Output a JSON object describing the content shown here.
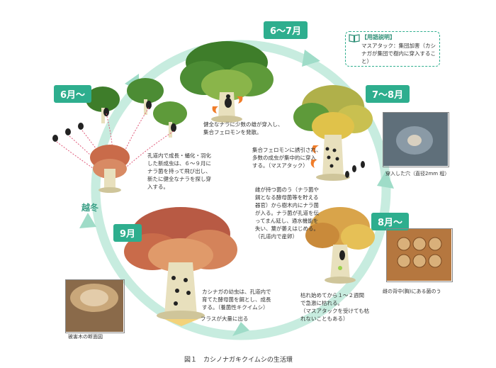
{
  "months": {
    "jun": "6月～",
    "jun_jul": "6～7月",
    "jul_aug": "7～8月",
    "aug": "8月～",
    "sep": "9月"
  },
  "winter_label": "越冬",
  "glossary": {
    "title": "【用語説明】",
    "body": "マスアタック：集団加害（カシナガが集団で樹内に穿入すること）"
  },
  "notes": {
    "healthy_tree": "健全なナラに少数の雄が穿入し、\n集合フェロモンを発散。",
    "emergence": "孔道内で成長・蛹化・羽化\nした新成虫は、６～９月に\nナラ菌を持って飛び出し、\n新たに健全なナラを探し穿\n入する。",
    "mass_attack": "集合フェロモンに誘引され、\n多数の成虫が集中的に穿入\nする。（マスアタック）",
    "fungus": "雌が持つ菌のう（ナラ菌や\n餌となる酵母菌等を貯える\n器官）から樹木内にナラ菌\nが入る。ナラ菌が孔道を伝\nってまん延し、通水機能を\n失い、葉が萎えはじめる。\n（孔道内で産卵）",
    "wilt": "枯れ始めてから１～２週間\nで急激に枯れる。\n（マスアタックを受けても枯\nれないこともある）",
    "larvae": "カシナガの幼虫は、孔道内で\n育てた酵母菌を餌とし、成長\nする。（養菌性キクイムシ）"
  },
  "photos": {
    "hole": "穿入した穴（直径2mm 程）",
    "fungus_sac": "雌の背中(胸)にある菌のう",
    "cross_section": "被害木の断面図"
  },
  "frass_label": "フラスが大量に出る",
  "figure_caption": "図１　カシノナガキクイムシの生活環",
  "colors": {
    "accent": "#2eae8e",
    "cycle_ring": "#bfe9dc",
    "healthy_canopy": "#5e9a3a",
    "withered_canopy": "#c96b4a",
    "trunk": "#e8e0bd"
  }
}
